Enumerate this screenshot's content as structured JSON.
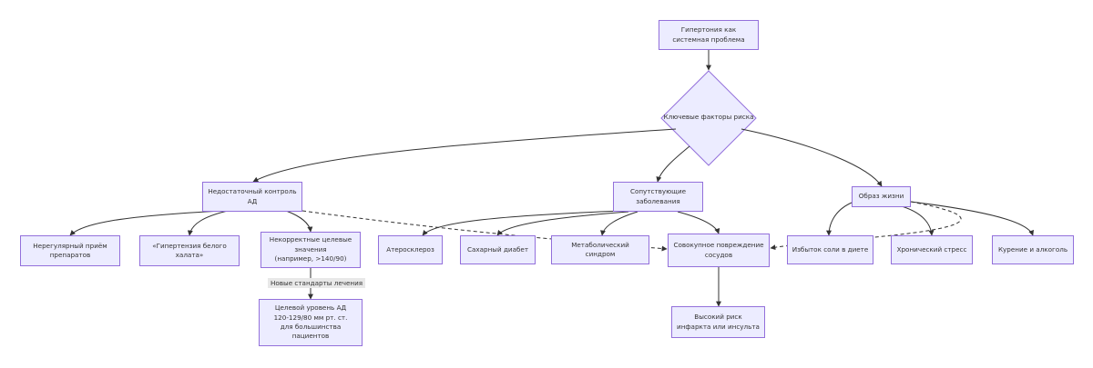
{
  "nodes": {
    "hypertension": "Гипертония как\nсистемная проблема",
    "key_factors": "Ключевые факторы риска",
    "insufficient_control": "Недостаточный контроль\nАД",
    "comorbidities": "Сопутствующие\nзаболевания",
    "lifestyle": "Образ жизни",
    "irregular_intake": "Нерегулярный приём\nпрепаратов",
    "white_coat": "«Гипертензия белого\nхалата»",
    "wrong_targets": "Некорректные целевые\nзначения\n(например, >140/90)",
    "target_level": "Целевой уровень АД\n120-129/80 мм рт. ст.\nдля большинства\nпациентов",
    "atherosclerosis": "Атеросклероз",
    "diabetes": "Сахарный диабет",
    "metabolic": "Метаболический синдром",
    "vascular_damage": "Совокупное повреждение\nсосудов",
    "high_risk": "Высокий риск\nинфаркта или инсульта",
    "salt": "Избыток соли в диете",
    "stress": "Хронический стресс",
    "smoking": "Курение и алкоголь"
  },
  "edge_labels": {
    "new_standards": "Новые стандарты лечения"
  },
  "colors": {
    "node_fill": "#ECECFF",
    "node_stroke": "#9370DB",
    "edge": "#333333",
    "text": "#333333"
  }
}
